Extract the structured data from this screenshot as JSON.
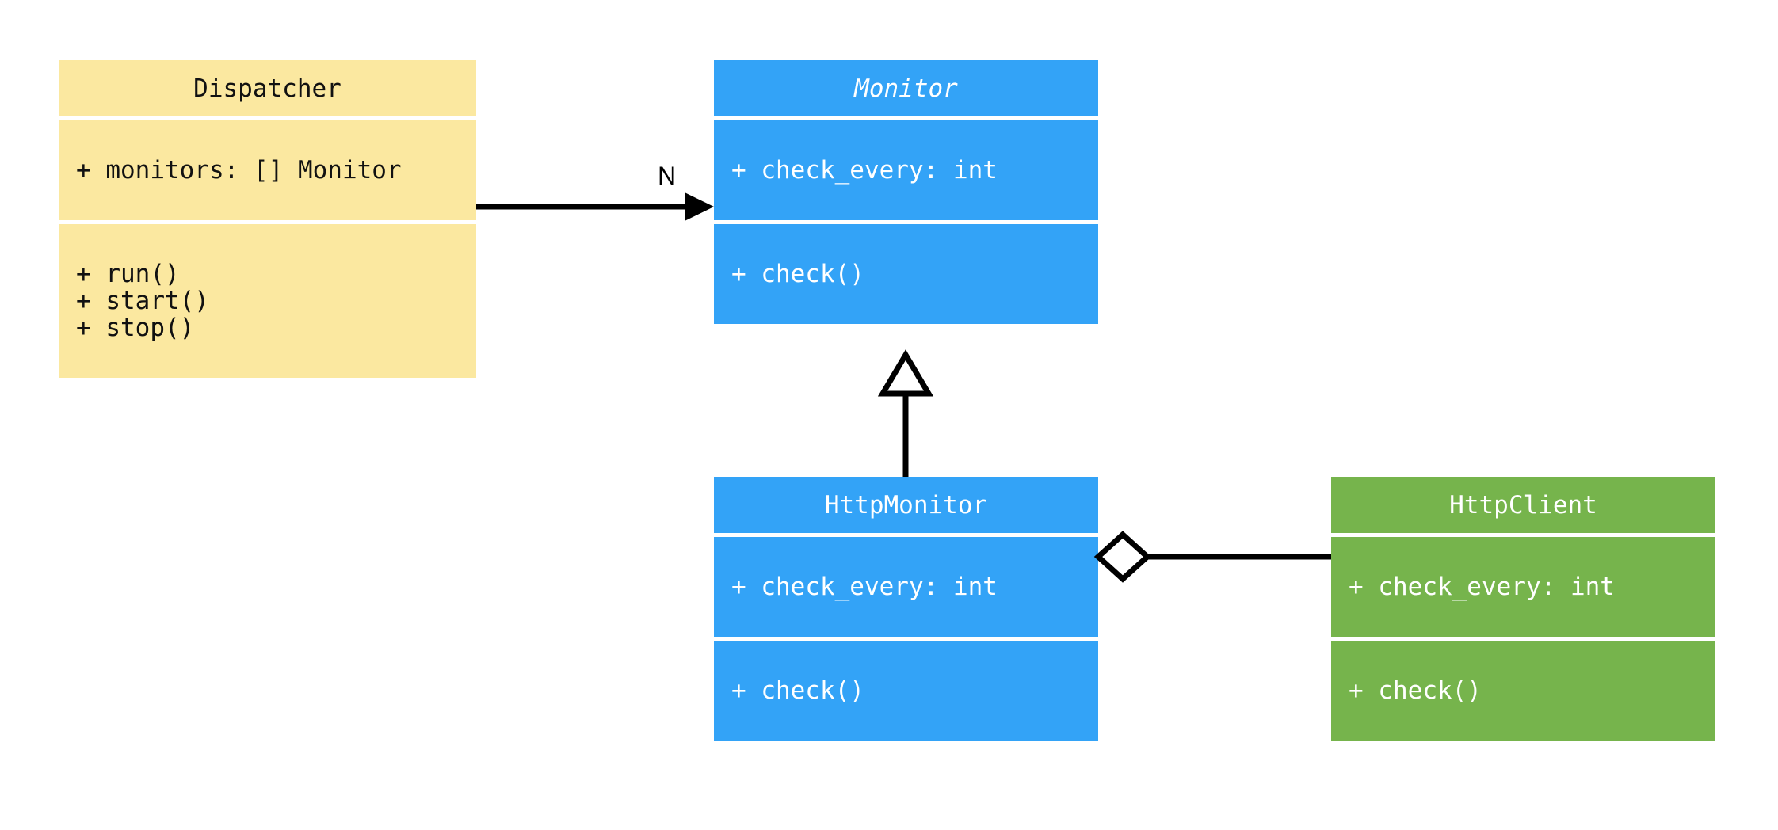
{
  "diagram": {
    "type": "uml-class-diagram",
    "background": "#ffffff",
    "classes": [
      {
        "id": "dispatcher",
        "name": "Dispatcher",
        "abstract": false,
        "color": "#fbe8a0",
        "text_color": "#111111",
        "attributes": [
          "+ monitors: [] Monitor"
        ],
        "methods": [
          "+ run()",
          "+ start()",
          "+ stop()"
        ],
        "attributes_text": "+ monitors: [] Monitor",
        "methods_text": "+ run()\n+ start()\n+ stop()"
      },
      {
        "id": "monitor",
        "name": "Monitor",
        "abstract": true,
        "color": "#33a3f7",
        "text_color": "#ffffff",
        "attributes": [
          "+ check_every: int"
        ],
        "methods": [
          "+ check()"
        ],
        "attributes_text": "+ check_every: int",
        "methods_text": "+ check()"
      },
      {
        "id": "httpmonitor",
        "name": "HttpMonitor",
        "abstract": false,
        "color": "#33a3f7",
        "text_color": "#ffffff",
        "attributes": [
          "+ check_every: int"
        ],
        "methods": [
          "+ check()"
        ],
        "attributes_text": "+ check_every: int",
        "methods_text": "+ check()"
      },
      {
        "id": "httpclient",
        "name": "HttpClient",
        "abstract": false,
        "color": "#76b44c",
        "text_color": "#ffffff",
        "attributes": [
          "+ check_every: int"
        ],
        "methods": [
          "+ check()"
        ],
        "attributes_text": "+ check_every: int",
        "methods_text": "+ check()"
      }
    ],
    "relationships": [
      {
        "id": "dispatcher-to-monitor",
        "from": "dispatcher",
        "to": "monitor",
        "kind": "association",
        "arrow": "filled-arrowhead",
        "label": "N"
      },
      {
        "id": "httpmonitor-to-monitor",
        "from": "httpmonitor",
        "to": "monitor",
        "kind": "generalization",
        "arrow": "hollow-triangle",
        "label": ""
      },
      {
        "id": "httpmonitor-to-httpclient",
        "from": "httpmonitor",
        "to": "httpclient",
        "kind": "aggregation",
        "arrow": "hollow-diamond",
        "label": ""
      }
    ]
  }
}
